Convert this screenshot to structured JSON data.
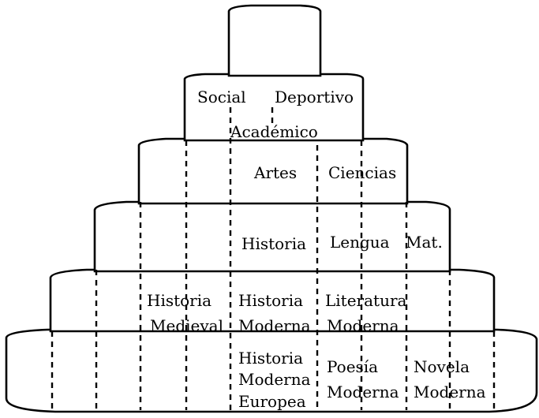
{
  "diagram": {
    "tiers": [
      {
        "labels": []
      },
      {
        "labels": [
          "Social",
          "Deportivo",
          "Académico"
        ]
      },
      {
        "labels": [
          "Artes",
          "Ciencias"
        ]
      },
      {
        "labels": [
          "Historia",
          "Lengua",
          "Mat."
        ]
      },
      {
        "labels": [
          "Historia",
          "Medieval",
          "Historia",
          "Moderna",
          "Literatura",
          "Moderna"
        ]
      },
      {
        "labels": [
          "Historia",
          "Moderna",
          "Europea",
          "Poesía",
          "Moderna",
          "Novela",
          "Moderna"
        ]
      }
    ]
  }
}
